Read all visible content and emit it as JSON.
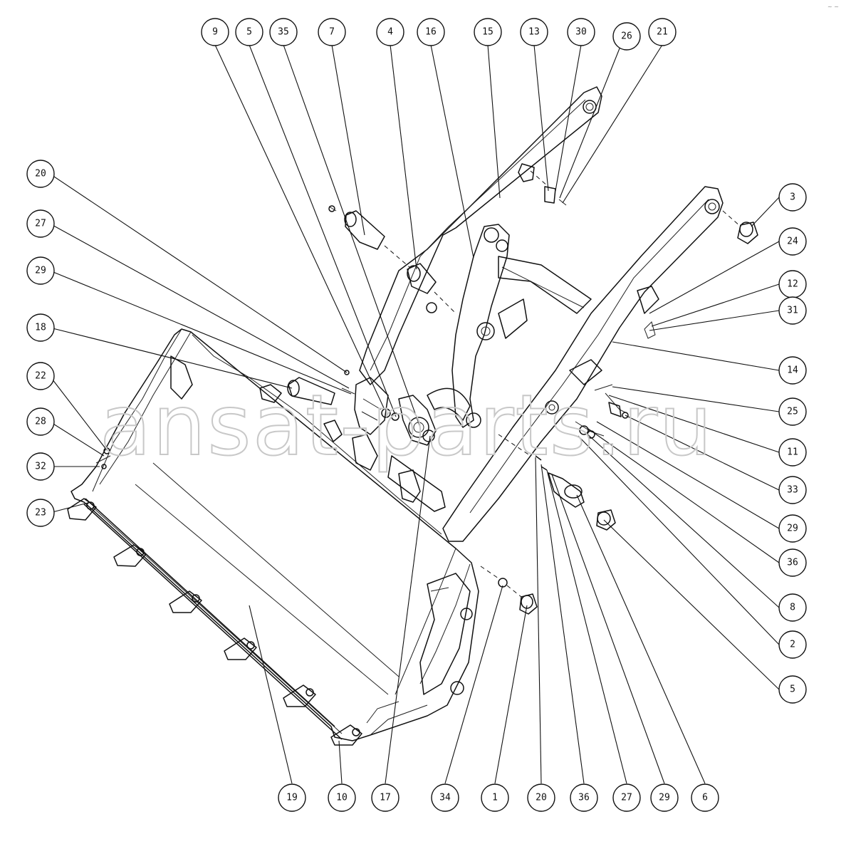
{
  "diagram": {
    "watermark": "ansat-parts.ru",
    "callouts_top": [
      "9",
      "5",
      "35",
      "7",
      "4",
      "16",
      "15",
      "13",
      "30",
      "26",
      "21"
    ],
    "callouts_left": [
      "20",
      "27",
      "29",
      "18",
      "22",
      "28",
      "32",
      "23"
    ],
    "callouts_right": [
      "3",
      "24",
      "12",
      "31",
      "14",
      "25",
      "11",
      "33",
      "29",
      "36",
      "8",
      "2",
      "5"
    ],
    "callouts_bottom": [
      "19",
      "10",
      "17",
      "34",
      "1",
      "20",
      "36",
      "27",
      "29",
      "6"
    ]
  }
}
